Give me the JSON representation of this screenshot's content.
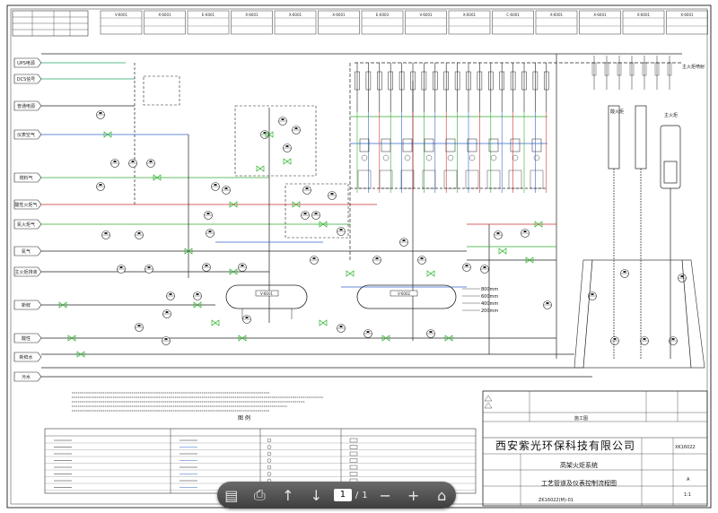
{
  "toolbar": {
    "page_current": "1",
    "page_sep": "/",
    "page_total": "1"
  },
  "company": "西安紫光环保科技有限公司",
  "title_block": {
    "stage": "施工图",
    "project_title": "高架火炬系统",
    "drawing_title": "工艺管道及仪表控制流程图",
    "scale": "1:1",
    "revision": "A",
    "doc_no": "XK16022",
    "drawing_no": "ZK16022(M)-01"
  },
  "left_labels": [
    "UPS电源",
    "DCS信号",
    "普通电源",
    "仪表空气",
    "燃料气",
    "酸性火炬气",
    "氮火炬气",
    "氮气",
    "主火炬排液",
    "新鲜",
    "酸性",
    "新鲜水",
    "污水"
  ],
  "equipment_tags": [
    "V-6001",
    "X-6001",
    "E-6001",
    "X-6001",
    "X-6001",
    "X-6001",
    "E-6003",
    "V-6001",
    "X-6001",
    "C-6001",
    "X-6001",
    "X-6001",
    "X-6001",
    "X-6001"
  ],
  "stack_labels": [
    "酸火炬",
    "主火炬"
  ],
  "right_note": "主火炬喷射",
  "legend_title": "图 例",
  "tank_tags": [
    "V-6001",
    "V-6002"
  ],
  "levels": [
    "800mm",
    "600mm",
    "400mm",
    "200mm"
  ]
}
